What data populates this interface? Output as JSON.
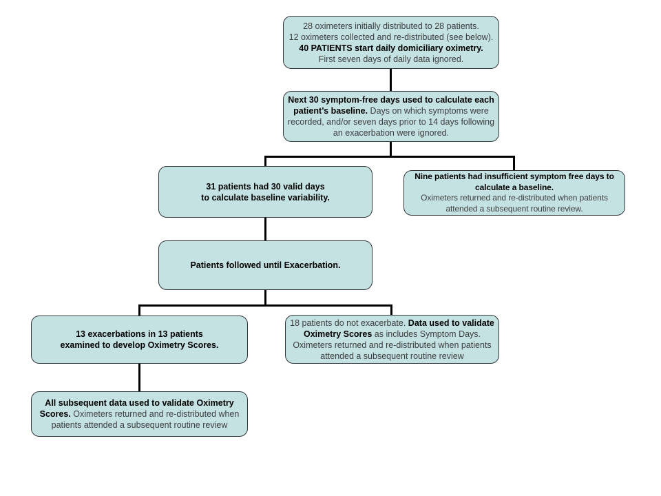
{
  "diagram": {
    "type": "flowchart",
    "colors": {
      "box_fill": "#c5e2e3",
      "box_border": "#2f3538",
      "connector": "#000000",
      "background": "#ffffff"
    },
    "boxes": {
      "box1": {
        "lines": [
          {
            "text": "28 oximeters initially distributed to 28 patients.",
            "bold": false
          },
          {
            "text": "12 oximeters collected and re-distributed (see below).",
            "bold": false
          },
          {
            "text": "40 PATIENTS start daily domiciliary oximetry.",
            "bold": true
          },
          {
            "text": "First seven days of daily data ignored.",
            "bold": false
          }
        ]
      },
      "box2": {
        "runs": [
          {
            "text": "Next 30 symptom-free days used to calculate each patient’s baseline.",
            "bold": true
          },
          {
            "text": " Days on which symptoms were recorded, and/or seven days prior to 14 days following an exacerbation were ignored.",
            "bold": false
          }
        ]
      },
      "box3": {
        "lines": [
          {
            "text": "31 patients had 30 valid days",
            "bold": true
          },
          {
            "text": "to calculate baseline variability.",
            "bold": true
          }
        ]
      },
      "box4": {
        "runs": [
          {
            "text": "Nine patients had insufficient symptom free days to calculate a baseline.",
            "bold": true
          },
          {
            "text": "Oximeters returned and re-distributed when patients attended a subsequent routine review.",
            "bold": false
          }
        ]
      },
      "box5": {
        "lines": [
          {
            "text": "Patients followed until Exacerbation.",
            "bold": true
          }
        ]
      },
      "box6": {
        "lines": [
          {
            "text": "13 exacerbations in 13 patients",
            "bold": true
          },
          {
            "text": "examined to develop Oximetry Scores.",
            "bold": true
          }
        ]
      },
      "box7": {
        "runs": [
          {
            "text": "18 patients do not exacerbate. ",
            "bold": false
          },
          {
            "text": "Data used to validate Oximetry Scores",
            "bold": true
          },
          {
            "text": " as includes Symptom Days.  Oximeters returned and re-distributed when patients attended a subsequent routine review",
            "bold": false
          }
        ]
      },
      "box8": {
        "runs": [
          {
            "text": "All subsequent data used to validate Oximetry Scores.",
            "bold": true
          },
          {
            "text": " Oximeters returned and re-distributed when patients attended a subsequent routine review",
            "bold": false
          }
        ]
      }
    },
    "edges": [
      {
        "from": "box1",
        "to": "box2"
      },
      {
        "from": "box2",
        "to": "box3"
      },
      {
        "from": "box2",
        "to": "box4"
      },
      {
        "from": "box3",
        "to": "box5"
      },
      {
        "from": "box5",
        "to": "box6"
      },
      {
        "from": "box5",
        "to": "box7"
      },
      {
        "from": "box6",
        "to": "box8"
      }
    ]
  }
}
